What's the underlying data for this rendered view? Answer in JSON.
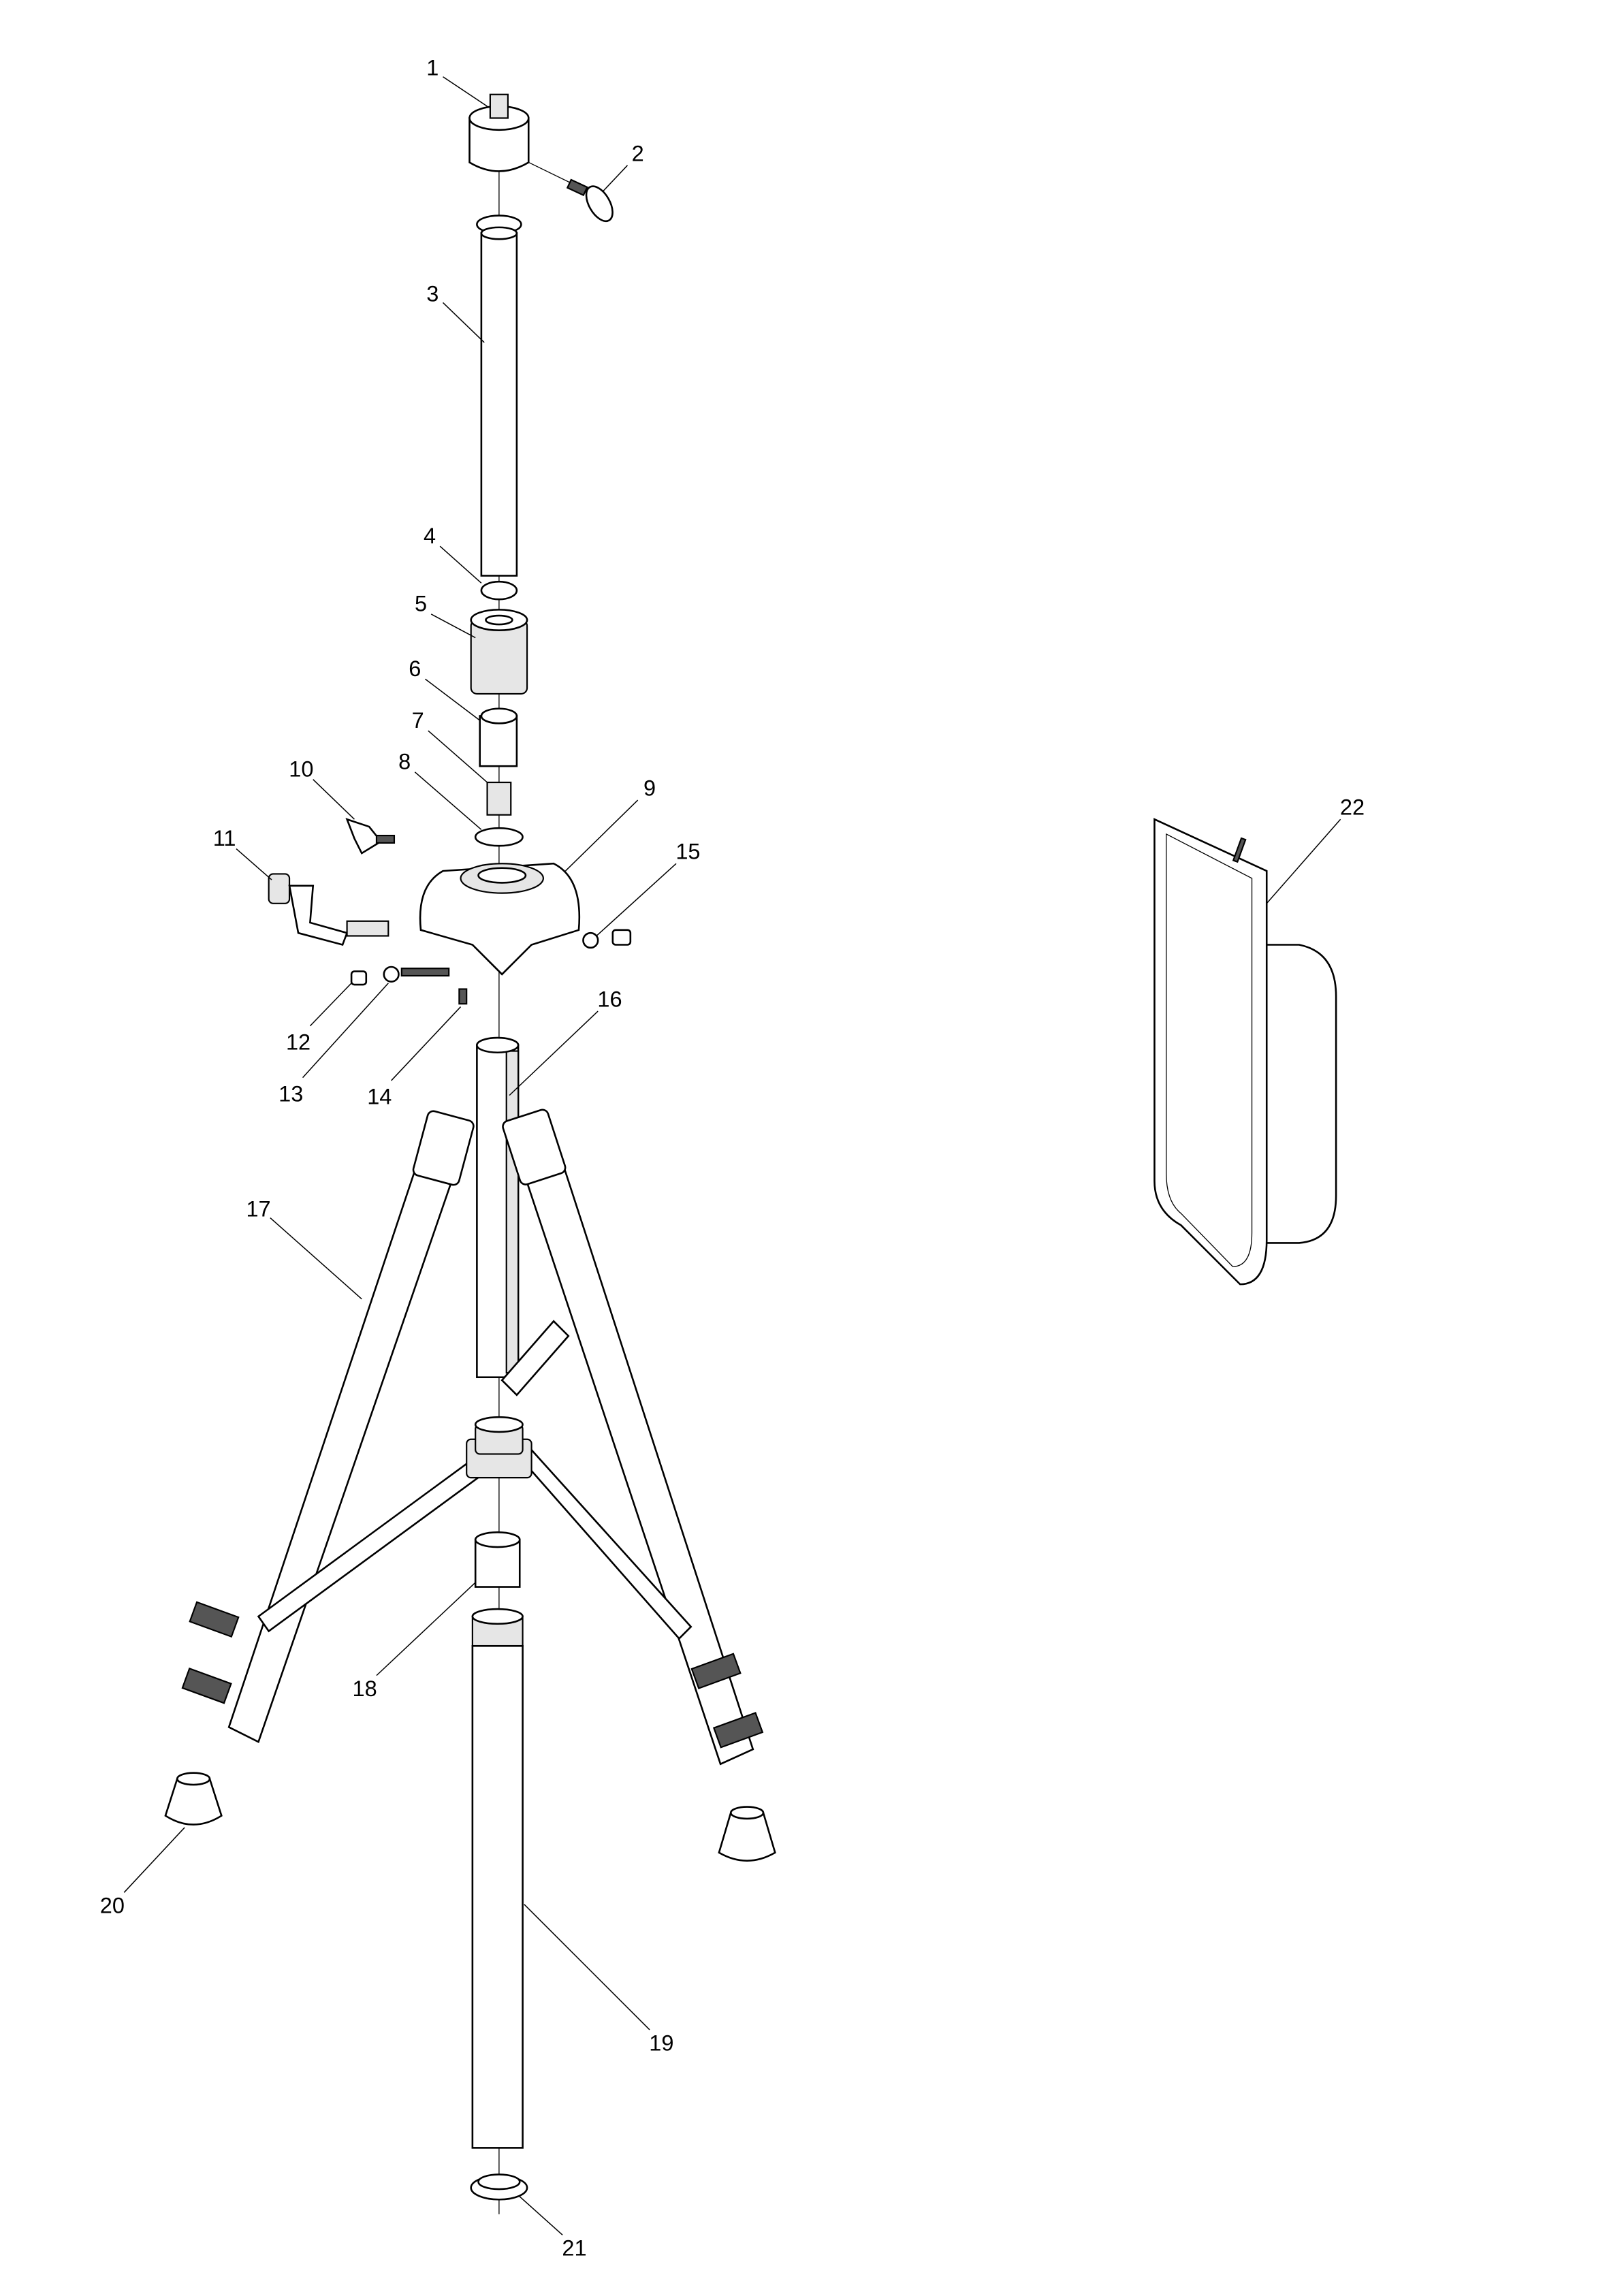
{
  "diagram": {
    "type": "exploded parts diagram",
    "callouts": [
      "1",
      "2",
      "3",
      "4",
      "5",
      "6",
      "7",
      "8",
      "9",
      "10",
      "11",
      "12",
      "13",
      "14",
      "15",
      "16",
      "17",
      "18",
      "19",
      "20",
      "21",
      "22"
    ]
  }
}
